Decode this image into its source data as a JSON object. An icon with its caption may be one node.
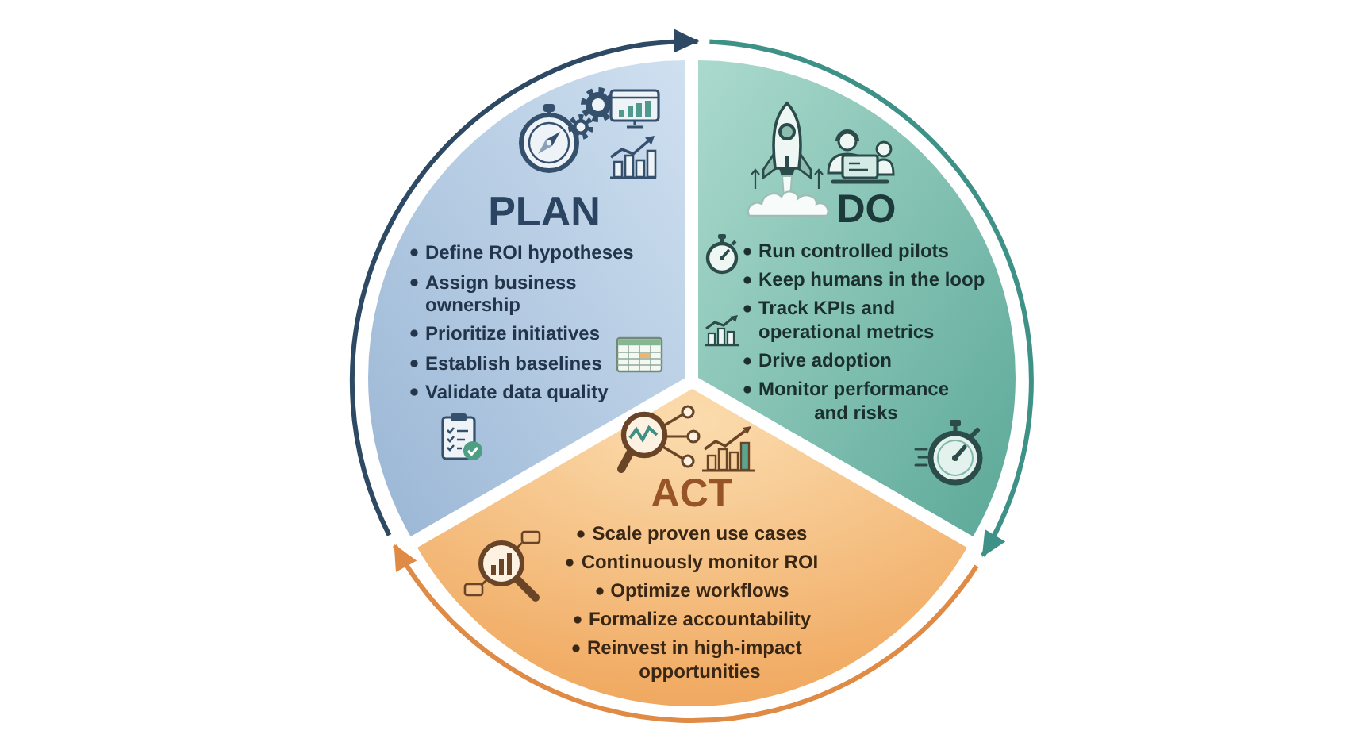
{
  "diagram": {
    "nodes": [
      {
        "text": [
          "PLAN",
          "Define ROI hypotheses",
          "Assign business ownership",
          "Prioritize initiatives",
          "Establish baselines",
          "Validate data quality"
        ]
      },
      {
        "text": [
          "DO",
          "Run controlled pilots",
          "Keep humans in the loop",
          "Track KPIs and operational metrics",
          "Drive adoption",
          "Monitor performance and risks"
        ]
      },
      {
        "text": [
          "ACT",
          "Scale proven use cases",
          "Continuously monitor ROI",
          "Optimize workflows",
          "Formalize accountability",
          "Reinvest in high-impact opportunities"
        ]
      }
    ],
    "edges": [
      {
        "from": 0,
        "to": 1,
        "arrow": "to",
        "color": "#2d4963"
      },
      {
        "from": 1,
        "to": 2,
        "arrow": "to",
        "color": "#3e9187"
      },
      {
        "from": 2,
        "to": 0,
        "arrow": "to",
        "color": "#e08b45"
      }
    ]
  }
}
